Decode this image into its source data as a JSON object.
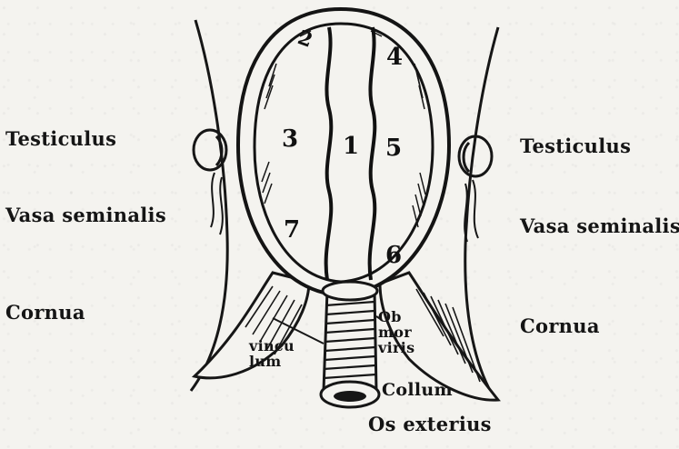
{
  "labels": {
    "testiculus_left": "Testiculus",
    "testiculus_right": "Testiculus",
    "vasa_left": "Vasa seminalis",
    "vasa_right": "Vasa seminalis",
    "cornua_left": "Cornua",
    "cornua_right": "Cornua",
    "os_exterius": "Os exterius",
    "collum": "Collum",
    "ob_mor_line1": "Ob",
    "ob_mor_line2": "mor",
    "ob_mor_line3": "viris",
    "vinculum_line1": "vincu",
    "vinculum_line2": "lum"
  },
  "cell_numbers": [
    "1",
    "2",
    "3",
    "4",
    "5",
    "6",
    "7"
  ]
}
